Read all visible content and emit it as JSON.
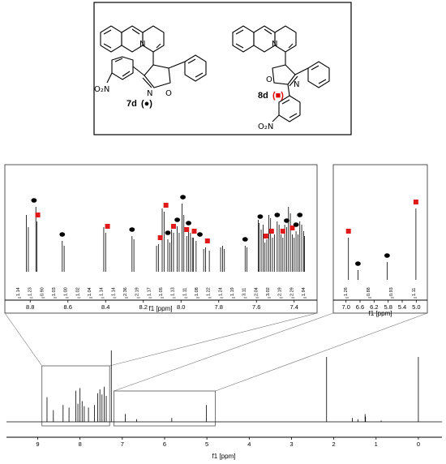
{
  "scheme": {
    "compound_left": {
      "number": "7d",
      "marker": "(●)",
      "substituent": "O₂N",
      "ring_atoms": [
        "N",
        "N",
        "O"
      ]
    },
    "compound_right": {
      "number": "8d",
      "marker": "(■)",
      "substituent": "O₂N",
      "ring_atoms": [
        "N",
        "O",
        "N"
      ]
    }
  },
  "chart_data": [
    {
      "type": "nmr-spectrum",
      "panel": "inset-aromatic",
      "xlabel": "f1 [ppm]",
      "x_ticks": [
        8.8,
        8.6,
        8.4,
        8.2,
        8.0,
        7.8,
        7.6,
        7.4
      ],
      "xlim": [
        8.9,
        7.3
      ],
      "integrals": [
        "1.14",
        "1.23",
        "0.90",
        "1.03",
        "1.00",
        "1.02",
        "1.04",
        "1.14",
        "1.14",
        "2.36",
        "2.19",
        "1.17",
        "1.05",
        "1.13",
        "1.11",
        "1.08",
        "1.22",
        "1.24",
        "1.19",
        "3.11",
        "2.04",
        "3.02",
        "2.19",
        "2.29",
        "1.94"
      ],
      "markers": [
        {
          "ppm": 8.78,
          "kind": "circle"
        },
        {
          "ppm": 8.76,
          "kind": "square"
        },
        {
          "ppm": 8.63,
          "kind": "circle"
        },
        {
          "ppm": 8.39,
          "kind": "square"
        },
        {
          "ppm": 8.26,
          "kind": "circle"
        },
        {
          "ppm": 8.11,
          "kind": "square"
        },
        {
          "ppm": 8.08,
          "kind": "square"
        },
        {
          "ppm": 8.07,
          "kind": "circle"
        },
        {
          "ppm": 8.04,
          "kind": "square"
        },
        {
          "ppm": 8.02,
          "kind": "circle"
        },
        {
          "ppm": 7.99,
          "kind": "circle"
        },
        {
          "ppm": 7.97,
          "kind": "square"
        },
        {
          "ppm": 7.96,
          "kind": "circle"
        },
        {
          "ppm": 7.93,
          "kind": "square"
        },
        {
          "ppm": 7.9,
          "kind": "circle"
        },
        {
          "ppm": 7.86,
          "kind": "square"
        },
        {
          "ppm": 7.66,
          "kind": "circle"
        },
        {
          "ppm": 7.58,
          "kind": "circle"
        },
        {
          "ppm": 7.55,
          "kind": "square"
        },
        {
          "ppm": 7.52,
          "kind": "square"
        },
        {
          "ppm": 7.49,
          "kind": "circle"
        },
        {
          "ppm": 7.46,
          "kind": "square"
        },
        {
          "ppm": 7.44,
          "kind": "circle"
        },
        {
          "ppm": 7.41,
          "kind": "square"
        },
        {
          "ppm": 7.39,
          "kind": "circle"
        },
        {
          "ppm": 7.37,
          "kind": "circle"
        }
      ],
      "peaks": [
        {
          "ppm": 8.82,
          "h": 0.7
        },
        {
          "ppm": 8.81,
          "h": 0.55
        },
        {
          "ppm": 8.77,
          "h": 0.8
        },
        {
          "ppm": 8.765,
          "h": 0.62
        },
        {
          "ppm": 8.63,
          "h": 0.38
        },
        {
          "ppm": 8.62,
          "h": 0.32
        },
        {
          "ppm": 8.41,
          "h": 0.55
        },
        {
          "ppm": 8.4,
          "h": 0.48
        },
        {
          "ppm": 8.26,
          "h": 0.44
        },
        {
          "ppm": 8.25,
          "h": 0.4
        },
        {
          "ppm": 8.13,
          "h": 0.32
        },
        {
          "ppm": 8.12,
          "h": 0.34
        },
        {
          "ppm": 8.1,
          "h": 0.78
        },
        {
          "ppm": 8.09,
          "h": 0.74
        },
        {
          "ppm": 8.07,
          "h": 0.4
        },
        {
          "ppm": 8.06,
          "h": 0.36
        },
        {
          "ppm": 8.05,
          "h": 0.52
        },
        {
          "ppm": 8.04,
          "h": 0.48
        },
        {
          "ppm": 8.02,
          "h": 0.56
        },
        {
          "ppm": 8.01,
          "h": 0.48
        },
        {
          "ppm": 7.995,
          "h": 0.84
        },
        {
          "ppm": 7.985,
          "h": 0.7
        },
        {
          "ppm": 7.97,
          "h": 0.44
        },
        {
          "ppm": 7.96,
          "h": 0.52
        },
        {
          "ppm": 7.95,
          "h": 0.48
        },
        {
          "ppm": 7.94,
          "h": 0.42
        },
        {
          "ppm": 7.935,
          "h": 0.42
        },
        {
          "ppm": 7.92,
          "h": 0.38
        },
        {
          "ppm": 7.88,
          "h": 0.28
        },
        {
          "ppm": 7.87,
          "h": 0.3
        },
        {
          "ppm": 7.85,
          "h": 0.26
        },
        {
          "ppm": 7.79,
          "h": 0.3
        },
        {
          "ppm": 7.78,
          "h": 0.32
        },
        {
          "ppm": 7.77,
          "h": 0.28
        },
        {
          "ppm": 7.66,
          "h": 0.32
        },
        {
          "ppm": 7.65,
          "h": 0.3
        },
        {
          "ppm": 7.59,
          "h": 0.64
        },
        {
          "ppm": 7.585,
          "h": 0.6
        },
        {
          "ppm": 7.575,
          "h": 0.52
        },
        {
          "ppm": 7.565,
          "h": 0.58
        },
        {
          "ppm": 7.555,
          "h": 0.36
        },
        {
          "ppm": 7.545,
          "h": 0.4
        },
        {
          "ppm": 7.535,
          "h": 0.7
        },
        {
          "ppm": 7.525,
          "h": 0.66
        },
        {
          "ppm": 7.515,
          "h": 0.42
        },
        {
          "ppm": 7.505,
          "h": 0.46
        },
        {
          "ppm": 7.49,
          "h": 0.62
        },
        {
          "ppm": 7.48,
          "h": 0.58
        },
        {
          "ppm": 7.47,
          "h": 0.46
        },
        {
          "ppm": 7.46,
          "h": 0.42
        },
        {
          "ppm": 7.45,
          "h": 0.58
        },
        {
          "ppm": 7.44,
          "h": 0.55
        },
        {
          "ppm": 7.43,
          "h": 0.8
        },
        {
          "ppm": 7.42,
          "h": 0.72
        },
        {
          "ppm": 7.41,
          "h": 0.46
        },
        {
          "ppm": 7.4,
          "h": 0.42
        },
        {
          "ppm": 7.39,
          "h": 0.5
        },
        {
          "ppm": 7.38,
          "h": 0.46
        },
        {
          "ppm": 7.37,
          "h": 0.62
        },
        {
          "ppm": 7.36,
          "h": 0.58
        },
        {
          "ppm": 7.35,
          "h": 0.5
        },
        {
          "ppm": 7.345,
          "h": 0.44
        }
      ]
    },
    {
      "type": "nmr-spectrum",
      "panel": "inset-aliphatic",
      "xlabel": "f1 [ppm]",
      "x_ticks": [
        7.0,
        6.6,
        6.2,
        5.8,
        5.4,
        5.0
      ],
      "xlim": [
        7.2,
        4.8
      ],
      "integrals": [
        "1.26",
        "0.88",
        "0.93",
        "1.11"
      ],
      "markers": [
        {
          "ppm": 6.93,
          "kind": "square"
        },
        {
          "ppm": 6.66,
          "kind": "circle"
        },
        {
          "ppm": 5.83,
          "kind": "circle"
        },
        {
          "ppm": 5.01,
          "kind": "square"
        }
      ],
      "peaks": [
        {
          "ppm": 6.93,
          "h": 0.52
        },
        {
          "ppm": 6.66,
          "h": 0.12
        },
        {
          "ppm": 5.83,
          "h": 0.22
        },
        {
          "ppm": 5.01,
          "h": 0.88
        }
      ]
    },
    {
      "type": "nmr-spectrum",
      "panel": "full",
      "xlabel": "f1 [ppm]",
      "x_ticks": [
        9,
        8,
        7,
        6,
        5,
        4,
        3,
        2,
        1,
        0
      ],
      "xlim": [
        9.7,
        -0.5
      ],
      "zoom_regions": [
        [
          8.9,
          7.3
        ],
        [
          7.2,
          4.8
        ]
      ],
      "peaks": [
        {
          "ppm": 8.78,
          "h": 0.38
        },
        {
          "ppm": 8.63,
          "h": 0.18
        },
        {
          "ppm": 8.4,
          "h": 0.26
        },
        {
          "ppm": 8.26,
          "h": 0.22
        },
        {
          "ppm": 8.1,
          "h": 0.48
        },
        {
          "ppm": 8.05,
          "h": 0.28
        },
        {
          "ppm": 8.0,
          "h": 0.52
        },
        {
          "ppm": 7.95,
          "h": 0.32
        },
        {
          "ppm": 7.9,
          "h": 0.24
        },
        {
          "ppm": 7.8,
          "h": 0.22
        },
        {
          "ppm": 7.66,
          "h": 0.26
        },
        {
          "ppm": 7.58,
          "h": 0.44
        },
        {
          "ppm": 7.53,
          "h": 0.5
        },
        {
          "ppm": 7.48,
          "h": 0.42
        },
        {
          "ppm": 7.43,
          "h": 0.54
        },
        {
          "ppm": 7.38,
          "h": 0.4
        },
        {
          "ppm": 7.26,
          "h": 1.1
        },
        {
          "ppm": 6.93,
          "h": 0.12
        },
        {
          "ppm": 6.66,
          "h": 0.04
        },
        {
          "ppm": 5.83,
          "h": 0.06
        },
        {
          "ppm": 5.01,
          "h": 0.26
        },
        {
          "ppm": 2.17,
          "h": 1.0
        },
        {
          "ppm": 1.56,
          "h": 0.06
        },
        {
          "ppm": 1.43,
          "h": 0.04
        },
        {
          "ppm": 1.26,
          "h": 0.12
        },
        {
          "ppm": 1.25,
          "h": 0.08
        },
        {
          "ppm": 0.88,
          "h": 0.02
        },
        {
          "ppm": 0.0,
          "h": 1.0
        }
      ]
    }
  ]
}
